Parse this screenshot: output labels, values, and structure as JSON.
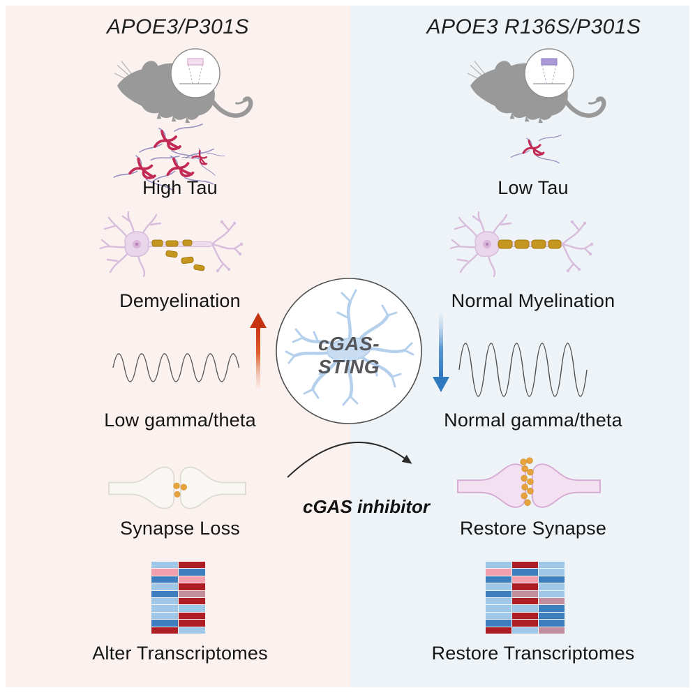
{
  "figure": {
    "left": {
      "title": "APOE3/P301S",
      "tau_label": "High Tau",
      "myelin_label": "Demyelination",
      "wave_label": "Low gamma/theta",
      "synapse_label": "Synapse Loss",
      "transcriptome_label": "Alter Transcriptomes"
    },
    "right": {
      "title": "APOE3 R136S/P301S",
      "tau_label": "Low Tau",
      "myelin_label": "Normal Myelination",
      "wave_label": "Normal gamma/theta",
      "synapse_label": "Restore Synapse",
      "transcriptome_label": "Restore Transcriptomes"
    },
    "center": {
      "hub_line1": "cGAS-",
      "hub_line2": "STING",
      "inhibitor_label": "cGAS inhibitor"
    },
    "illustrations": [
      "mouse-silhouette",
      "implant-window",
      "tau-tangle",
      "neuron",
      "brain-wave",
      "synapse",
      "microglia-cell",
      "transcriptome-heatmap",
      "up-arrow",
      "down-arrow",
      "curved-arrow"
    ],
    "colors": {
      "left_bg": "#fbf2ef",
      "right_bg": "#edf3f7",
      "up_arrow": "#c63310",
      "down_arrow": "#2e79c0",
      "mouse_gray": "#9a999a",
      "tau_red": "#c22a55",
      "tau_purple": "#978fc0",
      "neuron_lavender": "#e9d6ea",
      "myelin_gold": "#c6971f",
      "vesicle_orange": "#e6a23c",
      "microglia_blue": "#b5d0ec"
    },
    "heatmaps": {
      "palette": {
        "LB": "#9fc8e8",
        "MB": "#3d7ebf",
        "PK": "#f39fad",
        "RO": "#c28e9e",
        "DR": "#ae1c24"
      },
      "left_rows": [
        [
          "LB",
          "DR"
        ],
        [
          "PK",
          "MB"
        ],
        [
          "MB",
          "PK"
        ],
        [
          "LB",
          "DR"
        ],
        [
          "MB",
          "RO"
        ],
        [
          "LB",
          "DR"
        ],
        [
          "LB",
          "LB"
        ],
        [
          "LB",
          "DR"
        ],
        [
          "MB",
          "DR"
        ],
        [
          "DR",
          "LB"
        ]
      ],
      "right_rows": [
        [
          "LB",
          "DR",
          "LB"
        ],
        [
          "PK",
          "MB",
          "LB"
        ],
        [
          "MB",
          "PK",
          "MB"
        ],
        [
          "LB",
          "DR",
          "LB"
        ],
        [
          "MB",
          "RO",
          "LB"
        ],
        [
          "LB",
          "DR",
          "RO"
        ],
        [
          "LB",
          "LB",
          "MB"
        ],
        [
          "LB",
          "DR",
          "MB"
        ],
        [
          "MB",
          "DR",
          "MB"
        ],
        [
          "DR",
          "LB",
          "RO"
        ]
      ]
    }
  }
}
